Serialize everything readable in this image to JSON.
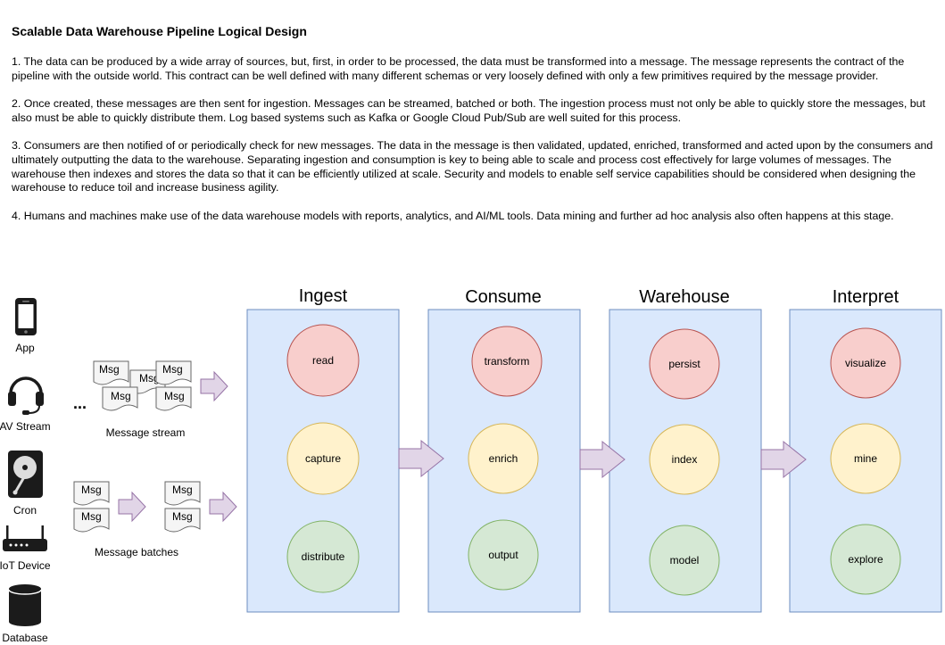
{
  "doc": {
    "title": "Scalable Data Warehouse Pipeline Logical Design",
    "paragraphs": [
      "1. The data can be produced by a wide array of sources, but, first, in order to be processed, the data must be transformed into a message.  The message represents the contract of the pipeline with the outside world.  This contract can be well defined with many different schemas or very loosely defined with only a few primitives required by the message provider.",
      "2.  Once created, these messages are then sent for ingestion.  Messages can be streamed, batched or both.  The ingestion process must not only be able to quickly store the messages, but also must be able to quickly distribute them.  Log based systems such as Kafka or Google Cloud Pub/Sub are well suited for this process.",
      "3.  Consumers are then notified of or periodically check for new messages.  The data in the message is then validated, updated, enriched, transformed and acted upon by the consumers and ultimately outputting the data to the warehouse.  Separating ingestion and consumption is key to being able to scale and process cost effectively for large volumes of messages.  The warehouse then indexes and stores the data so that it can be efficiently utilized at scale. Security and models to enable self service capabilities should be considered when designing the warehouse to reduce toil and increase business agility.",
      "4. Humans and machines make use of the data warehouse models with reports, analytics, and AI/ML tools.  Data mining and further ad hoc analysis also often happens at this stage."
    ]
  },
  "sources": [
    {
      "label": "App",
      "icon": "smartphone-icon"
    },
    {
      "label": "AV Stream",
      "icon": "headset-icon"
    },
    {
      "label": "Cron",
      "icon": "hard-disk-icon"
    },
    {
      "label": "IoT Device",
      "icon": "router-icon"
    },
    {
      "label": "Database",
      "icon": "database-icon"
    }
  ],
  "messages": {
    "msg_label": "Msg",
    "ellipsis": "...",
    "stream_label": "Message stream",
    "batches_label": "Message batches"
  },
  "stages": [
    {
      "title": "Ingest",
      "ops": [
        "read",
        "capture",
        "distribute"
      ]
    },
    {
      "title": "Consume",
      "ops": [
        "transform",
        "enrich",
        "output"
      ]
    },
    {
      "title": "Warehouse",
      "ops": [
        "persist",
        "index",
        "model"
      ]
    },
    {
      "title": "Interpret",
      "ops": [
        "visualize",
        "mine",
        "explore"
      ]
    }
  ],
  "colors": {
    "stage_fill": "#dae8fc",
    "stage_stroke": "#6c8ebf",
    "red_fill": "#f8cecc",
    "red_stroke": "#b85450",
    "yellow_fill": "#fff2cc",
    "yellow_stroke": "#d6b656",
    "green_fill": "#d5e8d4",
    "green_stroke": "#82b366",
    "arrow_fill": "#e1d5e7",
    "arrow_stroke": "#9673a6",
    "doc_fill": "#f5f5f5",
    "doc_stroke": "#666666"
  }
}
